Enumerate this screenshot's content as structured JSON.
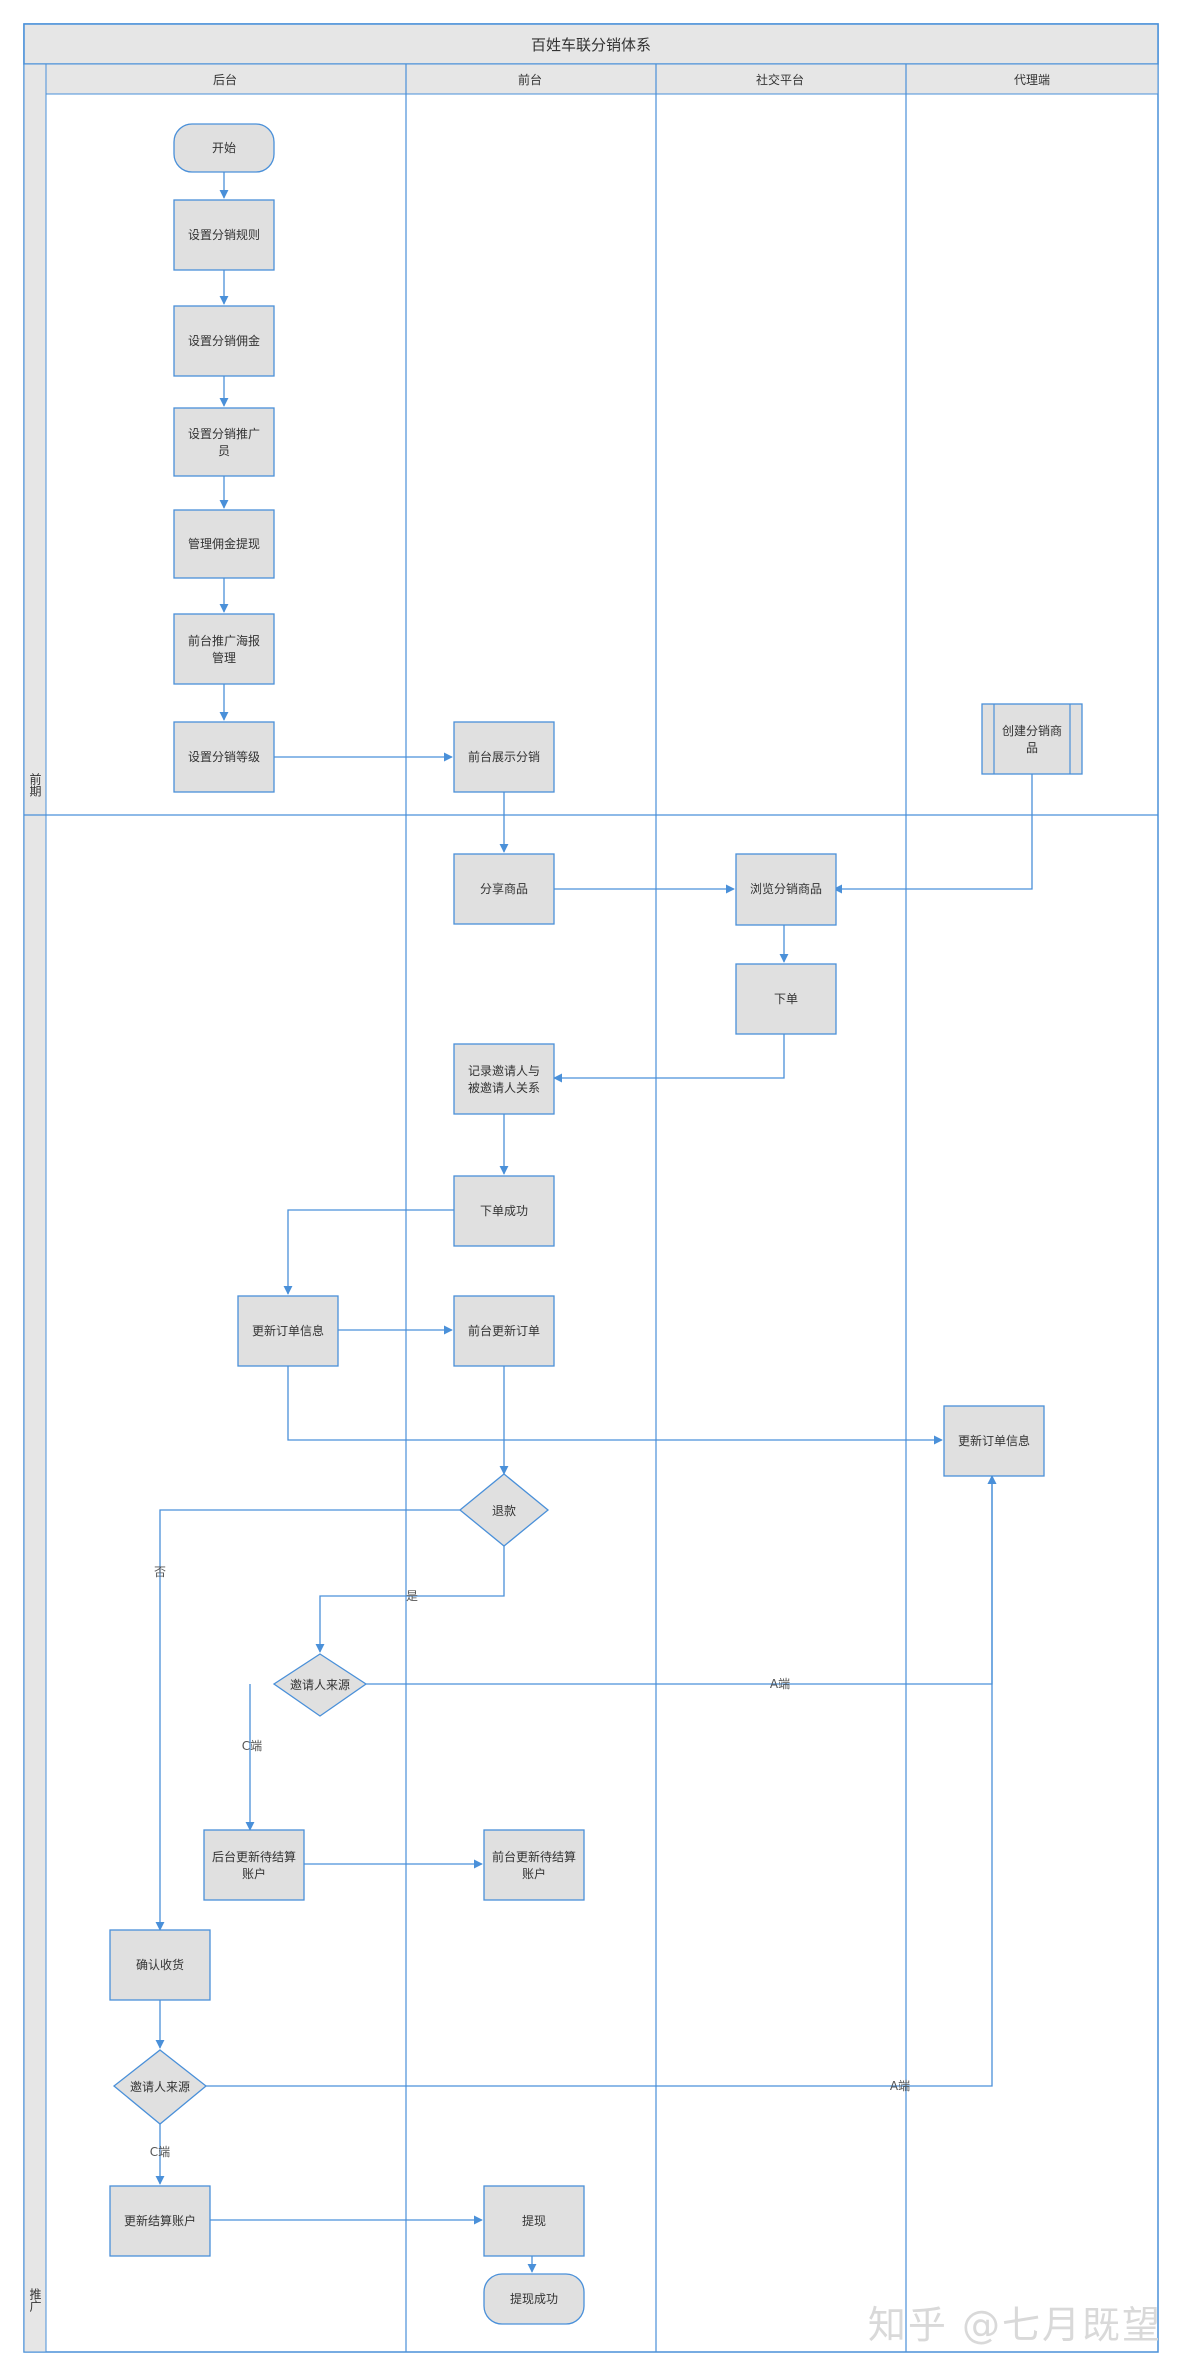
{
  "title": "百姓车联分销体系",
  "lanes": [
    "后台",
    "前台",
    "社交平台",
    "代理端"
  ],
  "phases": [
    "前期",
    "推广"
  ],
  "nodes": {
    "start": "开始",
    "set_rules": "设置分销规则",
    "set_commission": "设置分销佣金",
    "set_promoter": "设置分销推广员",
    "manage_withdraw": "管理佣金提现",
    "poster_manage": "前台推广海报管理",
    "set_level": "设置分销等级",
    "front_show": "前台展示分销",
    "create_goods": "创建分销商品",
    "share_goods": "分享商品",
    "browse_goods": "浏览分销商品",
    "place_order": "下单",
    "record_relation": "记录邀请人与被邀请人关系",
    "order_success": "下单成功",
    "update_order_back": "更新订单信息",
    "front_update_order": "前台更新订单",
    "update_order_agent": "更新订单信息",
    "refund": "退款",
    "inviter_source_1": "邀请人来源",
    "back_update_pending": "后台更新待结算账户",
    "front_update_pending": "前台更新待结算账户",
    "confirm_receipt": "确认收货",
    "inviter_source_2": "邀请人来源",
    "update_settle": "更新结算账户",
    "withdraw": "提现",
    "withdraw_success": "提现成功"
  },
  "edge_labels": {
    "no": "否",
    "yes": "是",
    "a_end_1": "A端",
    "c_end_1": "C端",
    "a_end_2": "A端",
    "c_end_2": "C端"
  },
  "watermark": "知乎 @七月既望",
  "colors": {
    "line": "#4a90d9",
    "node_fill": "#e0e0e0",
    "node_stroke": "#4a90d9",
    "header_fill": "#e6e6e6",
    "border": "#4a90d9"
  }
}
